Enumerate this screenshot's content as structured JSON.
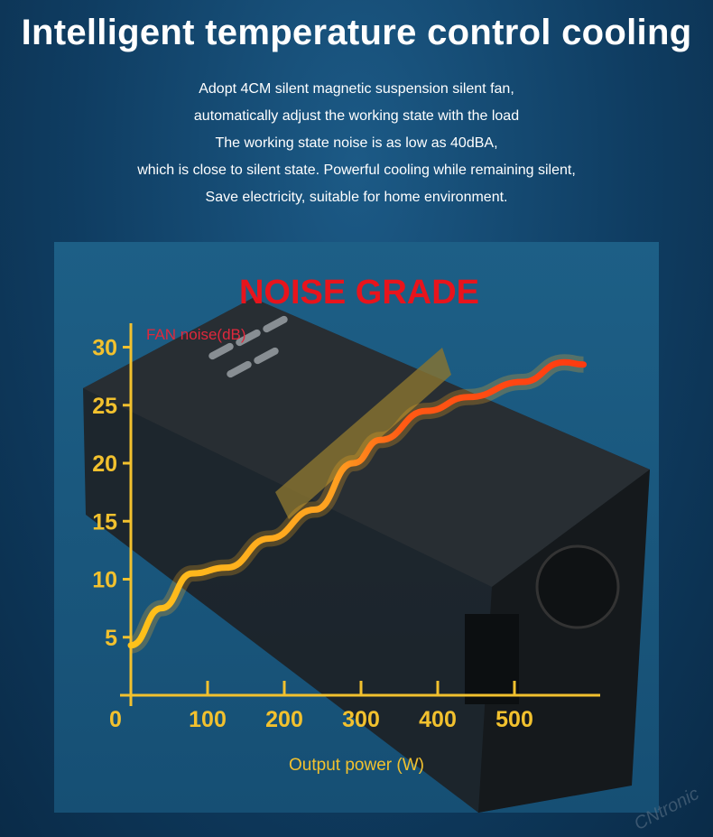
{
  "title": "Intelligent temperature control cooling",
  "description": [
    "Adopt 4CM silent magnetic suspension silent fan,",
    "automatically adjust the working state with the load",
    "The working state noise is as low as 40dBA,",
    "which is close to silent state. Powerful cooling while remaining silent,",
    "Save electricity, suitable for home environment."
  ],
  "watermark": "CNtronic",
  "colors": {
    "axis": "#f2c12e",
    "title": "#e8141c",
    "ylabel": "#e0283c",
    "curve_low": "#ffc21a",
    "curve_high": "#ff3a10"
  },
  "chart_data": {
    "type": "line",
    "title": "NOISE GRADE",
    "ylabel": "FAN noise(dB)",
    "xlabel": "Output power (W)",
    "xlim": [
      0,
      600
    ],
    "ylim": [
      0,
      32
    ],
    "xticks": [
      0,
      100,
      200,
      300,
      400,
      500
    ],
    "yticks": [
      5,
      10,
      15,
      20,
      25,
      30
    ],
    "grid": false,
    "series": [
      {
        "name": "FAN noise",
        "x": [
          0,
          40,
          80,
          125,
          180,
          240,
          290,
          325,
          385,
          440,
          510,
          565,
          590
        ],
        "y": [
          4.3,
          7.5,
          10.5,
          11,
          13.5,
          16,
          20,
          22,
          24.5,
          25.7,
          27,
          28.7,
          28.5
        ]
      }
    ]
  }
}
